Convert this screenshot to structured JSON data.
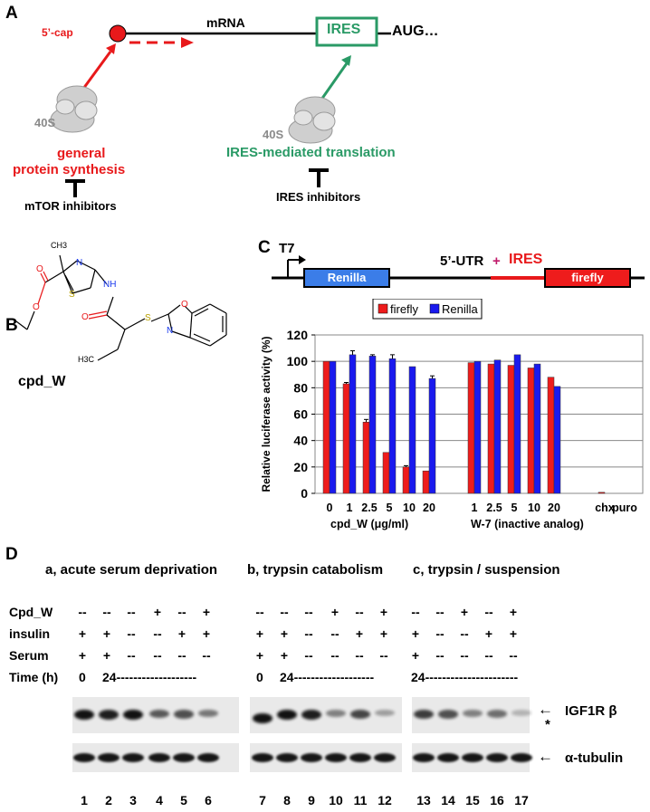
{
  "panel_a": {
    "letter": "A",
    "cap_label": "5’-cap",
    "mrna_label": "mRNA",
    "ires_label": "IRES",
    "aug_label": "AUG…",
    "ribosome_label_1": "40S",
    "ribosome_label_2": "40S",
    "general_line1": "general",
    "general_line2": "protein synthesis",
    "ires_translation": "IRES-mediated translation",
    "mtor_inhibitors": "mTOR inhibitors",
    "ires_inhibitors": "IRES inhibitors"
  },
  "panel_b": {
    "letter": "B",
    "compound": "cpd_W",
    "atoms": {
      "ch3_top": "CH3",
      "n1": "N",
      "s1": "S",
      "nh": "NH",
      "o1": "O",
      "o2": "O",
      "o3": "O",
      "s2": "S",
      "n2": "N",
      "o4": "O",
      "ch3_bottom": "H3C"
    }
  },
  "panel_c": {
    "letter": "C",
    "promoter": "T7",
    "renilla_box": "Renilla",
    "utr_label": "5’-UTR",
    "plus": "+",
    "ires_label": "IRES",
    "firefly_box": "firefly",
    "colors": {
      "firefly": "#ee1c1c",
      "renilla": "#1a1aee"
    }
  },
  "chart_data": {
    "type": "bar",
    "ylabel": "Relative luciferase activity (%)",
    "ylim": [
      0,
      120
    ],
    "yticks": [
      "0",
      "20",
      "40",
      "60",
      "80",
      "100",
      "120"
    ],
    "legend": [
      "firefly",
      "Renilla"
    ],
    "legend_position": "top",
    "grid": true,
    "categories": [
      "0",
      "1",
      "2.5",
      "5",
      "10",
      "20",
      "1",
      "2.5",
      "5",
      "10",
      "20",
      "chx",
      "puro"
    ],
    "groups": [
      {
        "label": "cpd_W  (μg/ml)",
        "categories": [
          "0",
          "1",
          "2.5",
          "5",
          "10",
          "20"
        ]
      },
      {
        "label": "W-7  (inactive analog)",
        "categories": [
          "1",
          "2.5",
          "5",
          "10",
          "20"
        ]
      },
      {
        "label": "",
        "categories": [
          "chx",
          "puro"
        ]
      }
    ],
    "series": [
      {
        "name": "firefly",
        "values": [
          100,
          83,
          54,
          31,
          20,
          17,
          99,
          98,
          97,
          95,
          88,
          0.8,
          0
        ]
      },
      {
        "name": "Renilla",
        "values": [
          100,
          105,
          104,
          102,
          96,
          87,
          100,
          101,
          105,
          98,
          81,
          0,
          0
        ]
      }
    ],
    "errors": {
      "firefly": [
        0,
        1,
        2,
        0,
        1,
        0,
        0,
        0,
        0,
        0,
        0,
        0,
        0
      ],
      "Renilla": [
        0,
        3,
        1,
        3,
        0,
        2,
        0,
        0,
        0,
        0,
        0,
        0,
        0
      ]
    }
  },
  "panel_d": {
    "letter": "D",
    "title_a": "a, acute serum deprivation",
    "title_b": "b, trypsin catabolism",
    "title_c": "c, trypsin / suspension",
    "row_labels": [
      "Cpd_W",
      "insulin",
      "Serum",
      "Time (h)"
    ],
    "block_a": {
      "cpd": [
        "--",
        "--",
        "--",
        "+",
        "--",
        "+"
      ],
      "insulin": [
        "+",
        "+",
        "--",
        "--",
        "+",
        "+"
      ],
      "serum": [
        "+",
        "+",
        "--",
        "--",
        "--",
        "--"
      ],
      "time": [
        "0",
        "24-------------------"
      ]
    },
    "block_b": {
      "cpd": [
        "--",
        "--",
        "--",
        "+",
        "--",
        "+"
      ],
      "insulin": [
        "+",
        "+",
        "--",
        "--",
        "+",
        "+"
      ],
      "serum": [
        "+",
        "+",
        "--",
        "--",
        "--",
        "--"
      ],
      "time": [
        "0",
        "24-------------------"
      ]
    },
    "block_c": {
      "cpd": [
        "--",
        "--",
        "+",
        "--",
        "+"
      ],
      "insulin": [
        "+",
        "--",
        "--",
        "+",
        "+"
      ],
      "serum": [
        "+",
        "--",
        "--",
        "--",
        "--"
      ],
      "time": [
        "24----------------------"
      ]
    },
    "blot_labels": {
      "igf1r": "IGF1R β",
      "star": "*",
      "tubulin": "α-tubulin",
      "arrow": "←"
    },
    "igf1r_intensity": [
      0.9,
      0.85,
      0.9,
      0.55,
      0.6,
      0.4,
      0.9,
      0.9,
      0.85,
      0.35,
      0.65,
      0.2,
      0.7,
      0.6,
      0.35,
      0.45,
      0.1
    ],
    "lanes": [
      "1",
      "2",
      "3",
      "4",
      "5",
      "6",
      "7",
      "8",
      "9",
      "10",
      "11",
      "12",
      "13",
      "14",
      "15",
      "16",
      "17"
    ]
  }
}
